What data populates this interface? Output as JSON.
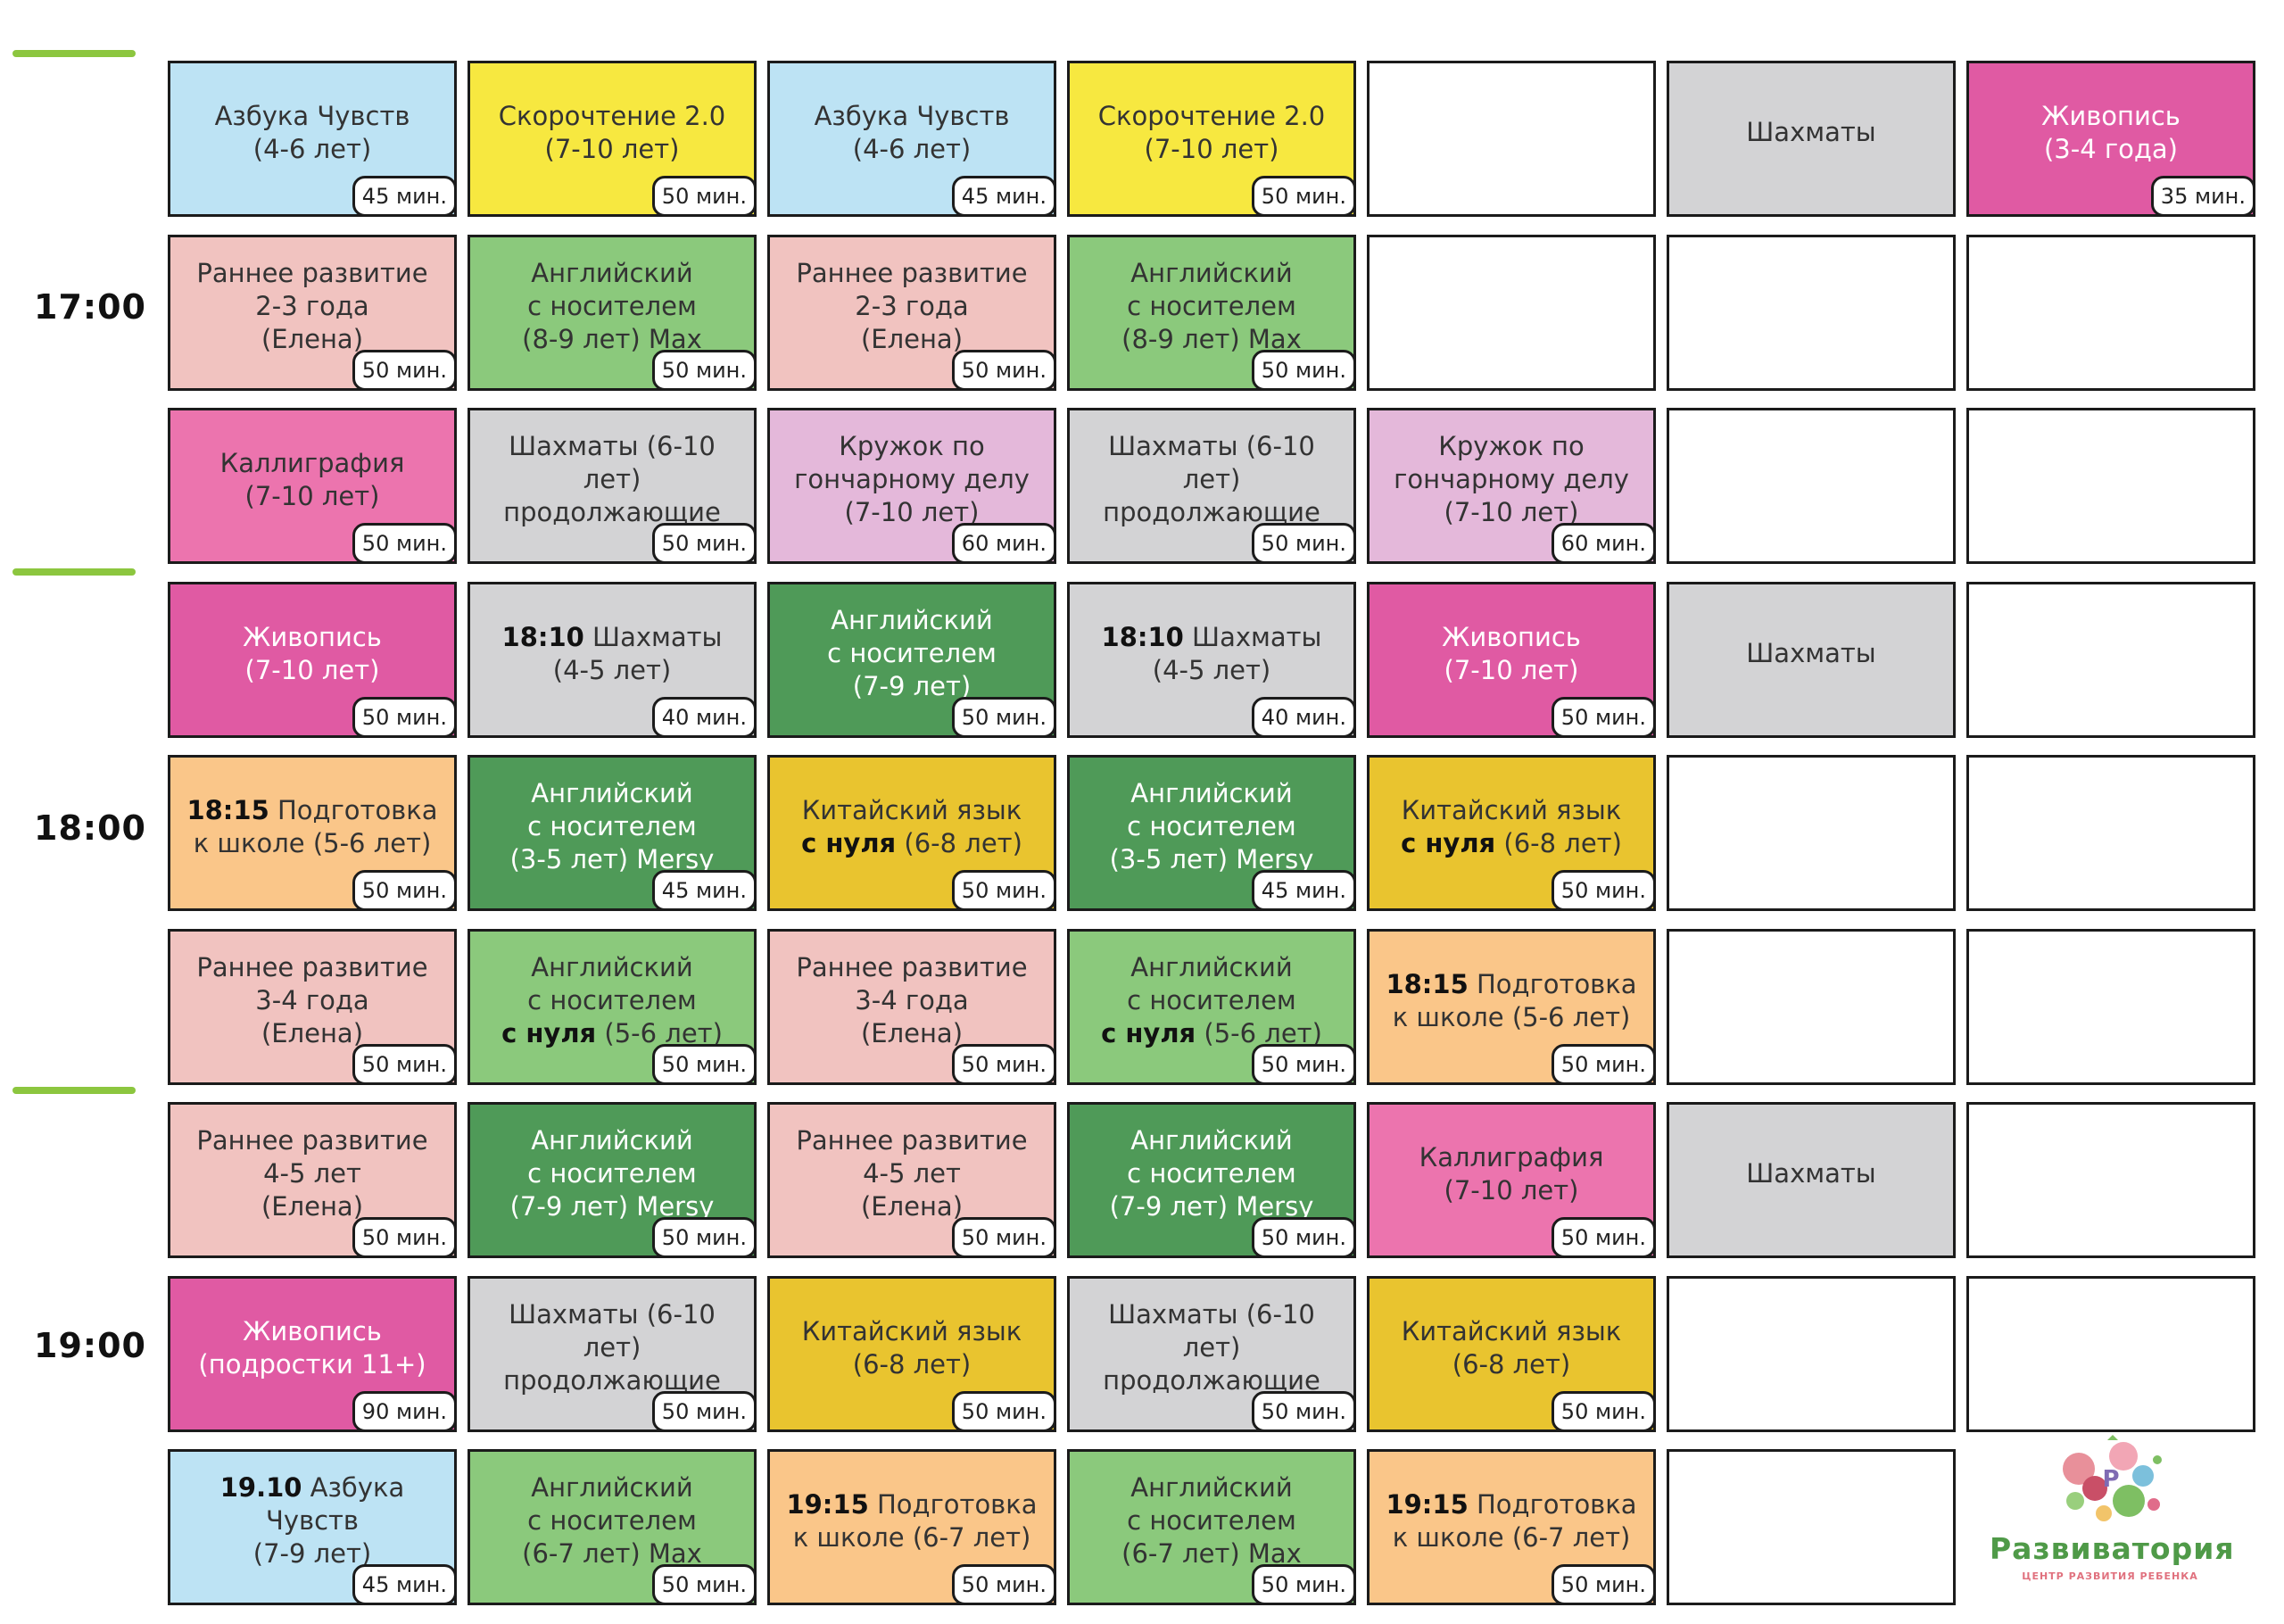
{
  "times": [
    "17:00",
    "18:00",
    "19:00"
  ],
  "colors": {
    "blue": "#bde3f4",
    "yellow": "#f7e840",
    "magenta": "#e05aa3",
    "pink_light": "#f1c3c0",
    "green_light": "#8bc97c",
    "green_dark": "#4f9a58",
    "lilac": "#e4b8da",
    "grey": "#d3d3d5",
    "orange": "#fac689",
    "gold": "#e9c42f",
    "hot_pink": "#ec74ae",
    "white": "#ffffff",
    "grid_border": "#1b1b1b",
    "time_bar": "#8cc63f"
  },
  "rows": [
    [
      {
        "text": "Азбука Чувств\n(4-6 лет)",
        "dur": "45 мин.",
        "color": "blue"
      },
      {
        "text": "Скорочтение 2.0\n(7-10 лет)",
        "dur": "50 мин.",
        "color": "yellow"
      },
      {
        "text": "Азбука Чувств\n(4-6 лет)",
        "dur": "45 мин.",
        "color": "blue"
      },
      {
        "text": "Скорочтение 2.0\n(7-10 лет)",
        "dur": "50 мин.",
        "color": "yellow"
      },
      {
        "text": "",
        "dur": "",
        "color": "white"
      },
      {
        "text": "Шахматы",
        "dur": "",
        "color": "grey"
      },
      {
        "text": "Живопись\n(3-4 года)",
        "dur": "35 мин.",
        "color": "magenta",
        "light": true
      }
    ],
    [
      {
        "text": "Раннее развитие\n2-3 года\n(Елена)",
        "dur": "50 мин.",
        "color": "pink_light"
      },
      {
        "text": "Английский\nс носителем\n(8-9 лет) Max",
        "dur": "50 мин.",
        "color": "green_light"
      },
      {
        "text": "Раннее развитие\n2-3 года\n(Елена)",
        "dur": "50 мин.",
        "color": "pink_light"
      },
      {
        "text": "Английский\nс носителем\n(8-9 лет) Max",
        "dur": "50 мин.",
        "color": "green_light"
      },
      {
        "text": "",
        "dur": "",
        "color": "white"
      },
      {
        "text": "",
        "dur": "",
        "color": "white"
      },
      {
        "text": "",
        "dur": "",
        "color": "white"
      }
    ],
    [
      {
        "text": "Каллиграфия\n(7-10 лет)",
        "dur": "50 мин.",
        "color": "hot_pink"
      },
      {
        "text": "Шахматы (6-10 лет)\nпродолжающие",
        "dur": "50 мин.",
        "color": "grey"
      },
      {
        "text": "Кружок по\nгончарному делу\n(7-10 лет)",
        "dur": "60 мин.",
        "color": "lilac"
      },
      {
        "text": "Шахматы (6-10 лет)\nпродолжающие",
        "dur": "50 мин.",
        "color": "grey"
      },
      {
        "text": "Кружок по\nгончарному делу\n(7-10 лет)",
        "dur": "60 мин.",
        "color": "lilac"
      },
      {
        "text": "",
        "dur": "",
        "color": "white"
      },
      {
        "text": "",
        "dur": "",
        "color": "white"
      }
    ],
    [
      {
        "text": "Живопись\n(7-10 лет)",
        "dur": "50 мин.",
        "color": "magenta",
        "light": true
      },
      {
        "bold": "18:10",
        "text": " Шахматы\n(4-5 лет)",
        "dur": "40 мин.",
        "color": "grey"
      },
      {
        "text": "Английский\nс носителем\n(7-9 лет)",
        "dur": "50 мин.",
        "color": "green_dark",
        "light": true
      },
      {
        "bold": "18:10",
        "text": " Шахматы\n(4-5 лет)",
        "dur": "40 мин.",
        "color": "grey"
      },
      {
        "text": "Живопись\n(7-10 лет)",
        "dur": "50 мин.",
        "color": "magenta",
        "light": true
      },
      {
        "text": "Шахматы",
        "dur": "",
        "color": "grey"
      },
      {
        "text": "",
        "dur": "",
        "color": "white"
      }
    ],
    [
      {
        "bold": "18:15",
        "text": " Подготовка\nк школе (5-6 лет)",
        "dur": "50 мин.",
        "color": "orange"
      },
      {
        "text": "Английский\nс носителем\n(3-5 лет) Mersy",
        "dur": "45 мин.",
        "color": "green_dark",
        "light": true
      },
      {
        "text": "Китайский язык\n",
        "bold2": "с нуля",
        "text2": " (6-8 лет)",
        "dur": "50 мин.",
        "color": "gold"
      },
      {
        "text": "Английский\nс носителем\n(3-5 лет) Mersy",
        "dur": "45 мин.",
        "color": "green_dark",
        "light": true
      },
      {
        "text": "Китайский язык\n",
        "bold2": "с нуля",
        "text2": " (6-8 лет)",
        "dur": "50 мин.",
        "color": "gold"
      },
      {
        "text": "",
        "dur": "",
        "color": "white"
      },
      {
        "text": "",
        "dur": "",
        "color": "white"
      }
    ],
    [
      {
        "text": "Раннее развитие\n3-4 года\n(Елена)",
        "dur": "50 мин.",
        "color": "pink_light"
      },
      {
        "text": "Английский\nс носителем\n",
        "bold2": "с нуля",
        "text2": " (5-6 лет)",
        "dur": "50 мин.",
        "color": "green_light"
      },
      {
        "text": "Раннее развитие\n3-4 года\n(Елена)",
        "dur": "50 мин.",
        "color": "pink_light"
      },
      {
        "text": "Английский\nс носителем\n",
        "bold2": "с нуля",
        "text2": " (5-6 лет)",
        "dur": "50 мин.",
        "color": "green_light"
      },
      {
        "bold": "18:15",
        "text": " Подготовка\nк школе (5-6 лет)",
        "dur": "50 мин.",
        "color": "orange"
      },
      {
        "text": "",
        "dur": "",
        "color": "white"
      },
      {
        "text": "",
        "dur": "",
        "color": "white"
      }
    ],
    [
      {
        "text": "Раннее развитие\n4-5 лет\n(Елена)",
        "dur": "50 мин.",
        "color": "pink_light"
      },
      {
        "text": "Английский\nс носителем\n(7-9 лет) Mersy",
        "dur": "50 мин.",
        "color": "green_dark",
        "light": true
      },
      {
        "text": "Раннее развитие\n4-5 лет\n(Елена)",
        "dur": "50 мин.",
        "color": "pink_light"
      },
      {
        "text": "Английский\nс носителем\n(7-9 лет) Mersy",
        "dur": "50 мин.",
        "color": "green_dark",
        "light": true
      },
      {
        "text": "Каллиграфия\n(7-10 лет)",
        "dur": "50 мин.",
        "color": "hot_pink"
      },
      {
        "text": "Шахматы",
        "dur": "",
        "color": "grey"
      },
      {
        "text": "",
        "dur": "",
        "color": "white"
      }
    ],
    [
      {
        "text": "Живопись\n(подростки 11+)",
        "dur": "90 мин.",
        "color": "magenta",
        "light": true
      },
      {
        "text": "Шахматы (6-10 лет)\nпродолжающие",
        "dur": "50 мин.",
        "color": "grey"
      },
      {
        "text": "Китайский язык\n(6-8 лет)",
        "dur": "50 мин.",
        "color": "gold"
      },
      {
        "text": "Шахматы (6-10 лет)\nпродолжающие",
        "dur": "50 мин.",
        "color": "grey"
      },
      {
        "text": "Китайский язык\n(6-8 лет)",
        "dur": "50 мин.",
        "color": "gold"
      },
      {
        "text": "",
        "dur": "",
        "color": "white"
      },
      {
        "text": "",
        "dur": "",
        "color": "white"
      }
    ],
    [
      {
        "bold": "19.10",
        "text": " Азбука Чувств\n(7-9 лет)",
        "dur": "45 мин.",
        "color": "blue"
      },
      {
        "text": "Английский\nс носителем\n(6-7 лет) Max",
        "dur": "50 мин.",
        "color": "green_light"
      },
      {
        "bold": "19:15",
        "text": " Подготовка\nк школе (6-7 лет)",
        "dur": "50 мин.",
        "color": "orange"
      },
      {
        "text": "Английский\nс носителем\n(6-7 лет) Max",
        "dur": "50 мин.",
        "color": "green_light"
      },
      {
        "bold": "19:15",
        "text": " Подготовка\nк школе (6-7 лет)",
        "dur": "50 мин.",
        "color": "orange"
      },
      {
        "text": "",
        "dur": "",
        "color": "white"
      }
    ]
  ],
  "logo": {
    "title": "Развиватория",
    "subtitle": "ЦЕНТР РАЗВИТИЯ РЕБЕНКА",
    "letter": "Р"
  }
}
